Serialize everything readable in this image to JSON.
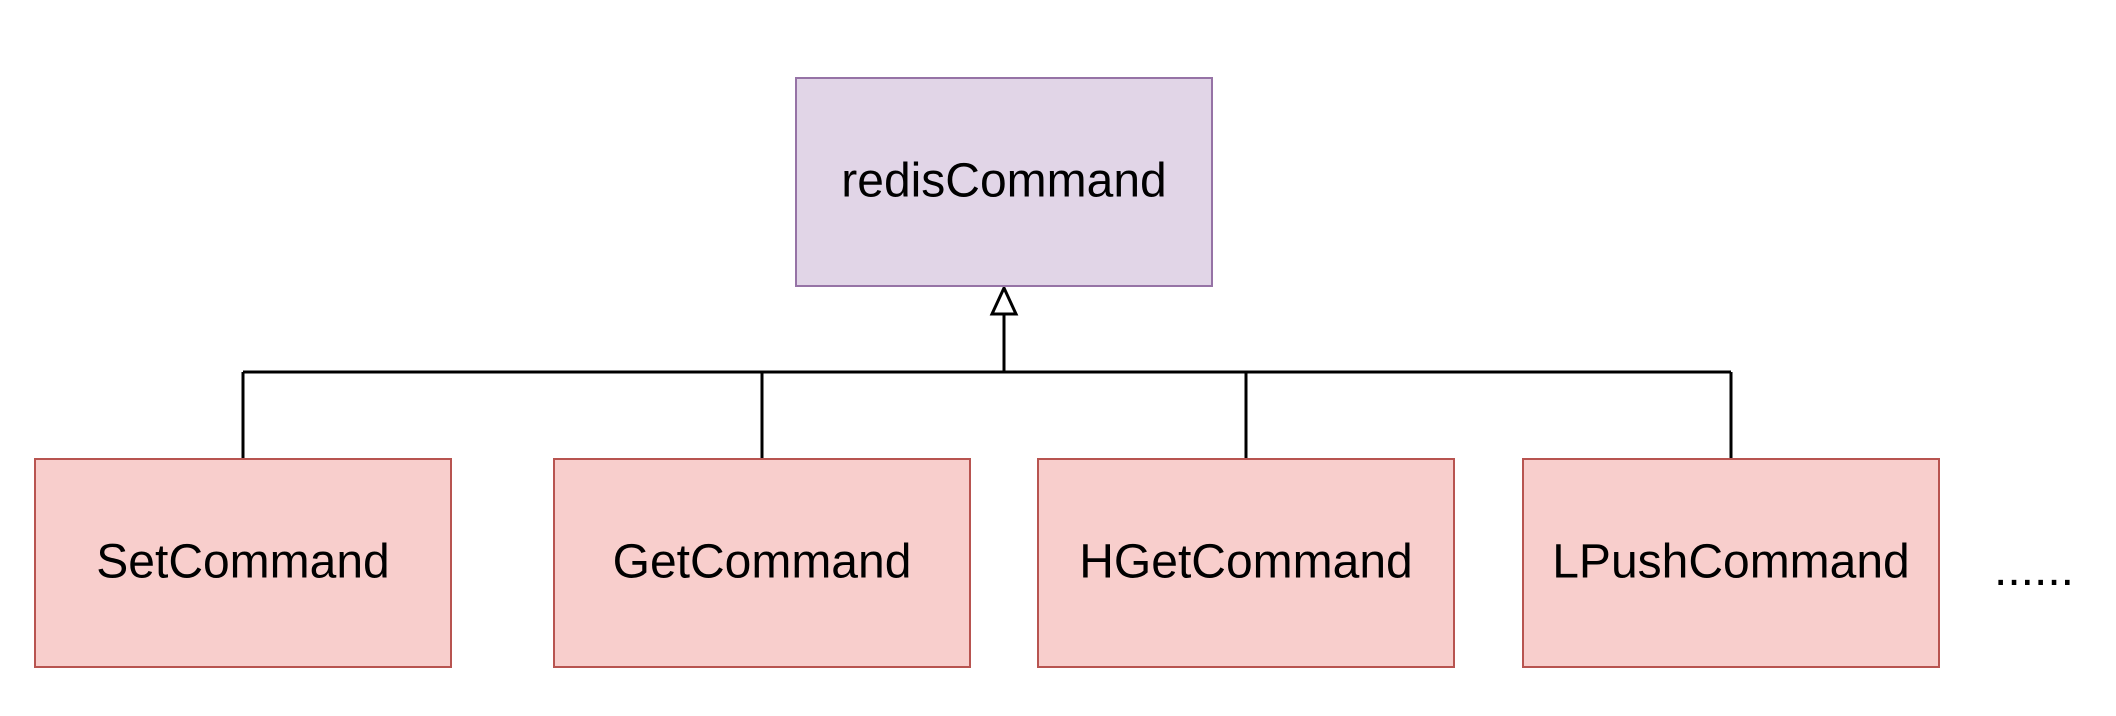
{
  "diagram": {
    "parent": {
      "label": "redisCommand",
      "fill": "#e1d5e7",
      "stroke": "#9673a6"
    },
    "children": [
      {
        "label": "SetCommand"
      },
      {
        "label": "GetCommand"
      },
      {
        "label": "HGetCommand"
      },
      {
        "label": "LPushCommand"
      }
    ],
    "child_style": {
      "fill": "#f8cecc",
      "stroke": "#b85450"
    },
    "ellipsis": "......",
    "relation": "inheritance"
  }
}
